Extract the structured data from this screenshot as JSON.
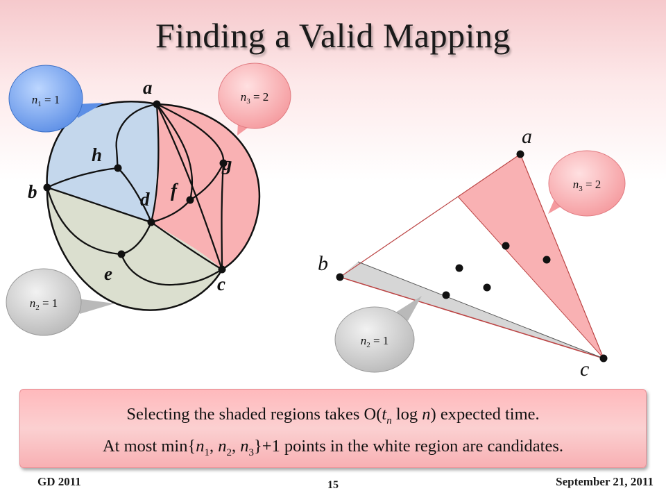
{
  "slide": {
    "title": "Finding a Valid Mapping",
    "footer_left": "GD 2011",
    "footer_page": "15",
    "footer_right": "September 21, 2011"
  },
  "diagram": {
    "left_vertex_labels": [
      "a",
      "b",
      "c",
      "d",
      "e",
      "f",
      "g",
      "h"
    ],
    "right_vertex_labels": [
      "a",
      "b",
      "c"
    ],
    "callouts": [
      {
        "var": "n",
        "sub": "1",
        "value": "1",
        "color": "blue"
      },
      {
        "var": "n",
        "sub": "3",
        "value": "2",
        "color": "pink"
      },
      {
        "var": "n",
        "sub": "2",
        "value": "1",
        "color": "gray"
      },
      {
        "var": "n",
        "sub": "3",
        "value": "2",
        "color": "pink"
      },
      {
        "var": "n",
        "sub": "2",
        "value": "1",
        "color": "gray"
      }
    ],
    "colors": {
      "region_blue": "#c4d7ec",
      "region_pink": "#f9b1b3",
      "region_green": "#dbdfcf",
      "region_gray": "#d6d6d6"
    }
  },
  "caption": {
    "line1_pre": "Selecting the shaded regions takes O(",
    "line1_t": "t",
    "line1_tsub": "n",
    "line1_mid": " log ",
    "line1_n": "n",
    "line1_post": ") expected time.",
    "line2_pre": "At most min{",
    "n": "n",
    "s1": "1",
    "s2": "2",
    "s3": "3",
    "sep": ",  ",
    "line2_post": "}+1 points in the white region are candidates."
  }
}
